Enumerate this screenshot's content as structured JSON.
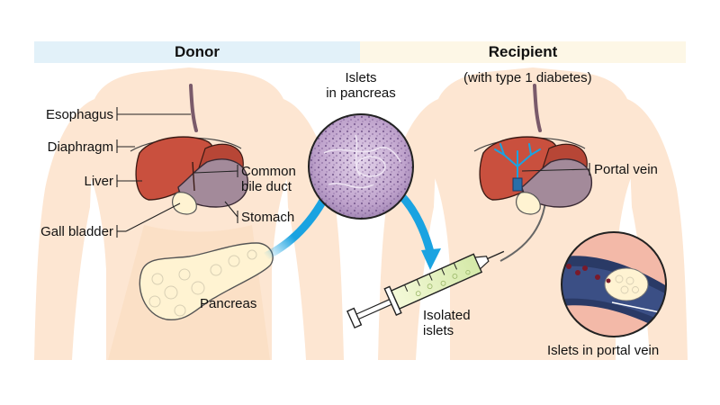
{
  "colors": {
    "donor_banner": "#e2f1f9",
    "recipient_banner": "#fdf7e6",
    "skin": "#fde6d2",
    "liver": "#c9503e",
    "stomach": "#a38a9a",
    "pancreas": "#fff3d2",
    "arrow": "#1aa3e1",
    "islet_tissue": "#b99bc6",
    "vein": "#2a3a66"
  },
  "donor": {
    "title": "Donor",
    "labels": {
      "esophagus": "Esophagus",
      "diaphragm": "Diaphragm",
      "liver": "Liver",
      "gall_bladder": "Gall bladder",
      "common_bile_duct_1": "Common",
      "common_bile_duct_2": "bile duct",
      "stomach": "Stomach",
      "pancreas": "Pancreas"
    }
  },
  "center": {
    "islets_title_1": "Islets",
    "islets_title_2": "in pancreas",
    "isolated_1": "Isolated",
    "isolated_2": "islets"
  },
  "recipient": {
    "title": "Recipient",
    "subtitle": "(with type 1 diabetes)",
    "labels": {
      "portal_vein": "Portal vein",
      "islets_in_portal_vein": "Islets in portal vein"
    }
  },
  "icons": {
    "body": "human-torso-silhouette",
    "arrows": "curved-arrow",
    "syringe": "syringe-icon",
    "magnifier": "portal-vein-zoom"
  }
}
